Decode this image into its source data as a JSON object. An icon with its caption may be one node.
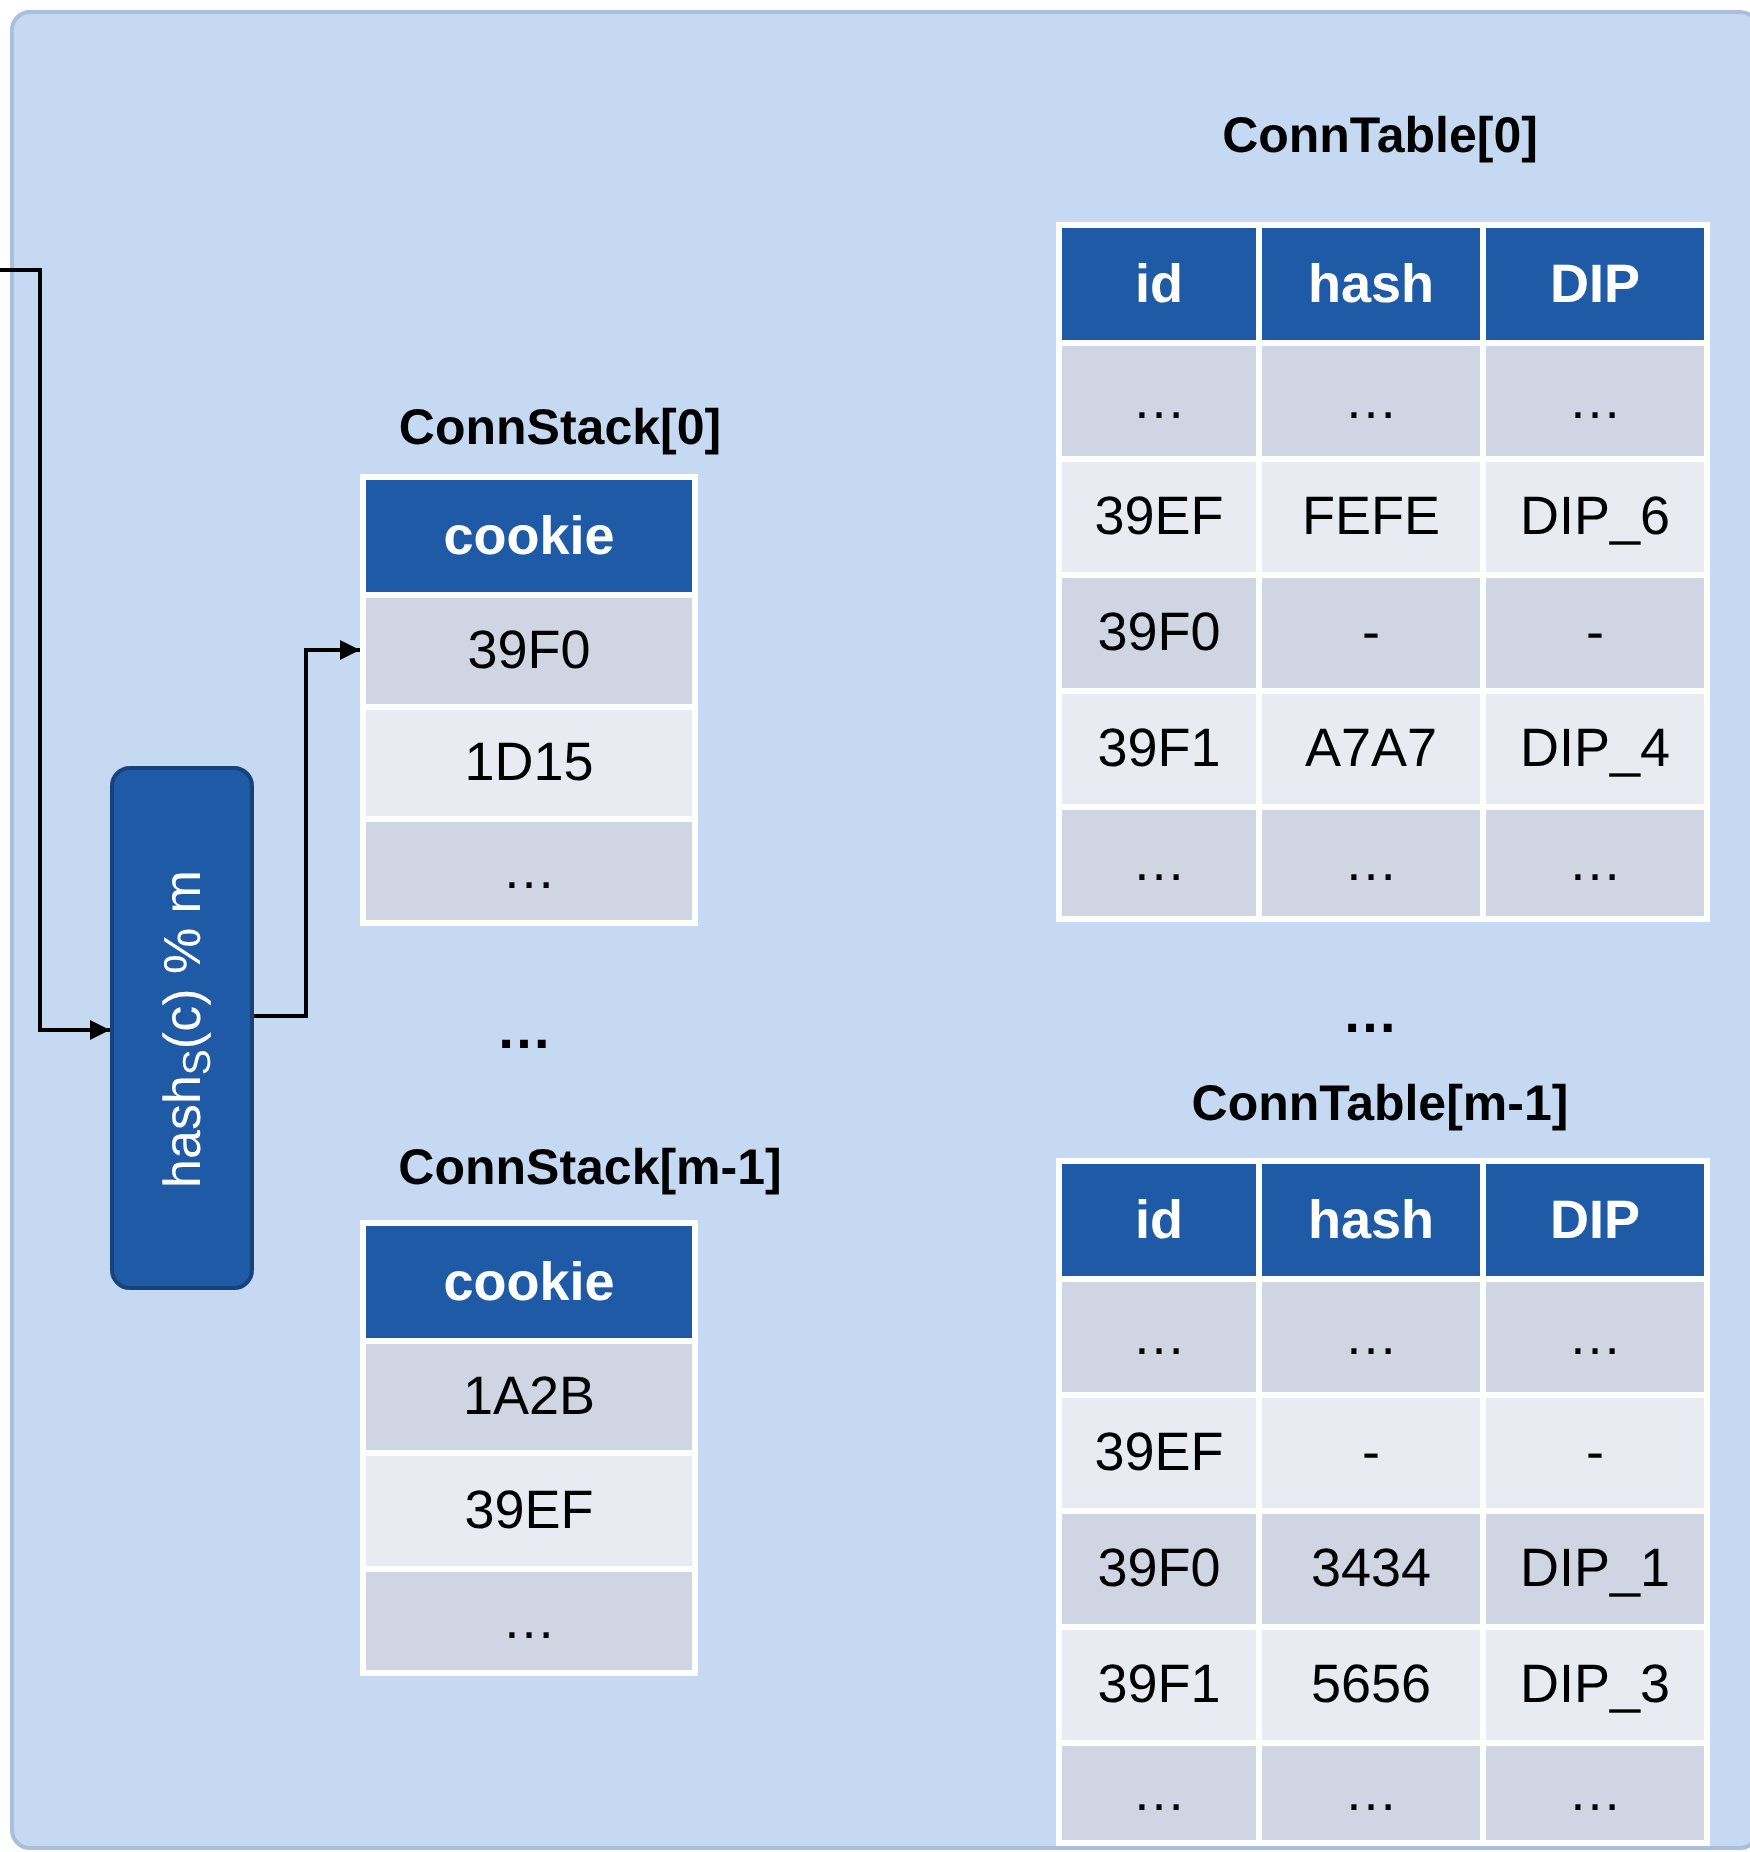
{
  "diagram": {
    "nodes": [
      {
        "text": [
          "hash$_{S}$(c) % m"
        ]
      },
      {
        "text": [
          "39F0"
        ]
      }
    ],
    "edges": [
      {
        "from": null,
        "to": 0,
        "arrow": "to"
      },
      {
        "from": 0,
        "to": 1,
        "arrow": "to"
      }
    ],
    "labels": [
      "ConnTable[0]",
      "id",
      "hash",
      "DIP",
      "…",
      "…",
      "…",
      "39EF",
      "FEFE",
      "DIP_6",
      "39F0",
      "-",
      "-",
      "39F1",
      "A7A7",
      "DIP_4",
      "…",
      "…",
      "…",
      "ConnStack[0]",
      "cookie",
      "1D15",
      "…",
      "…",
      "…",
      "ConnTable[m-1]",
      "id",
      "hash",
      "DIP",
      "…",
      "…",
      "…",
      "39EF",
      "-",
      "-",
      "39F0",
      "3434",
      "DIP_1",
      "39F1",
      "5656",
      "DIP_3",
      "…",
      "…",
      "…",
      "ConnStack[m-1]",
      "cookie",
      "1A2B",
      "39EF",
      "…"
    ]
  }
}
